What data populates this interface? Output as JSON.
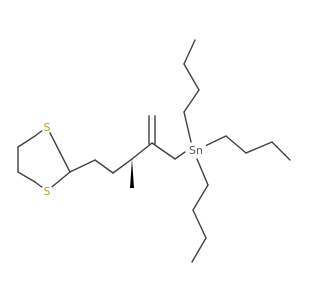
{
  "diagram": {
    "type": "chemical-structure",
    "atoms": [
      {
        "id": "S1",
        "label": "S",
        "color": "#b8a300"
      },
      {
        "id": "S2",
        "label": "S",
        "color": "#b8a300"
      },
      {
        "id": "Sn",
        "label": "Sn",
        "color": "#5a5a5a"
      }
    ],
    "colors": {
      "bond": "#404040",
      "wedge": "#000000",
      "background": "#ffffff"
    }
  }
}
